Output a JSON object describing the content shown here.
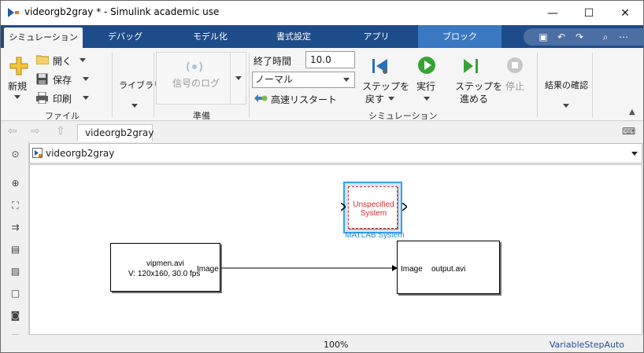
{
  "window": {
    "title": "videorgb2gray * - Simulink academic use",
    "controls": {
      "minimize": "—",
      "maximize": "☐",
      "close": "✕"
    }
  },
  "tabs": [
    {
      "label": "シミュレーション",
      "active": true
    },
    {
      "label": "デバッグ"
    },
    {
      "label": "モデル化"
    },
    {
      "label": "書式設定"
    },
    {
      "label": "アプリ"
    },
    {
      "label": "ブロック",
      "highlight": true
    }
  ],
  "qat": {
    "save": "save-icon",
    "undo": "undo-icon",
    "redo": "redo-icon",
    "search": "search-icon",
    "more": "⋯"
  },
  "file_section": {
    "new_label": "新規",
    "open_label": "開く",
    "save_label": "保存",
    "print_label": "印刷",
    "section_label": "ファイル"
  },
  "library": {
    "label": "ライブラリ"
  },
  "prepare": {
    "signal_log_label": "信号のログ",
    "section_label": "準備"
  },
  "simulation": {
    "stop_time_label": "終了時間",
    "stop_time_value": "10.0",
    "mode_value": "ノーマル",
    "fast_restart_label": "高速リスタート",
    "step_back_label_1": "ステップを",
    "step_back_label_2": "戻す",
    "run_label": "実行",
    "step_forward_label_1": "ステップを",
    "step_forward_label_2": "進める",
    "stop_label": "停止",
    "section_label": "シミュレーション"
  },
  "review": {
    "label": "結果の確認"
  },
  "doc_tab": {
    "label": "videorgb2gray"
  },
  "address": {
    "path": "videorgb2gray"
  },
  "blocks": {
    "source": {
      "line1": "vipmen.avi",
      "line2": "V: 120x160, 30.0 fps",
      "port": "Image"
    },
    "sink": {
      "port": "Image",
      "file": "output.avi"
    },
    "matlab_system": {
      "line1": "Unspecified",
      "line2": "System",
      "label": "MATLAB System"
    }
  },
  "status": {
    "zoom": "100%",
    "solver": "VariableStepAuto"
  },
  "colors": {
    "ribbon_tab": "#1e4c8a",
    "block_tab": "#3a78c2",
    "ms_border": "#3c9fe6",
    "ms_text": "#d32f2f"
  }
}
